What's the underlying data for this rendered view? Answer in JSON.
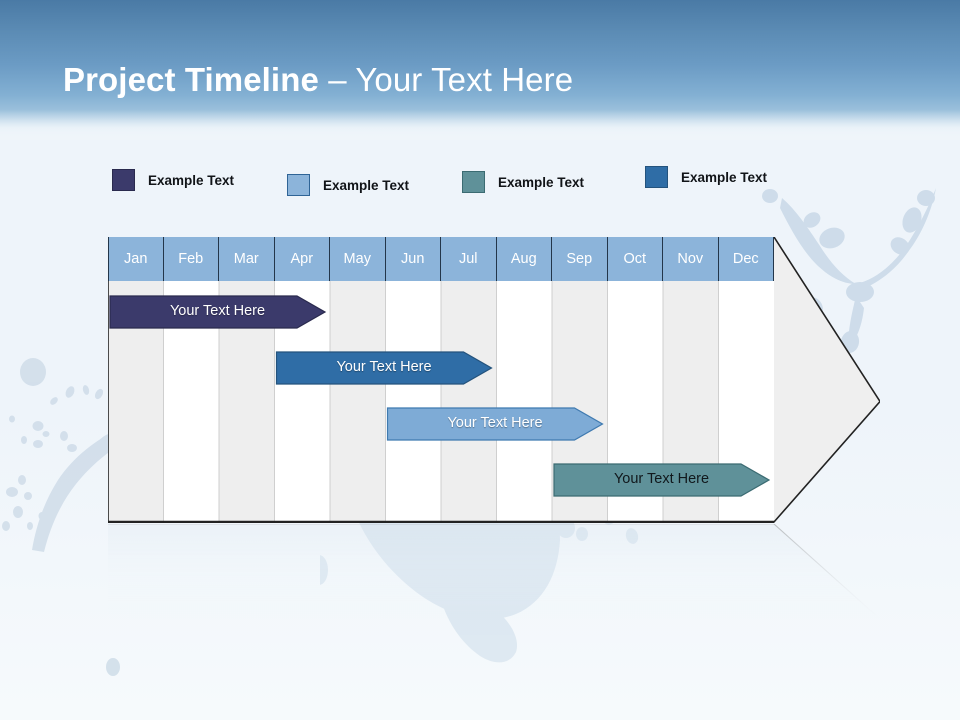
{
  "slide": {
    "title_strong": "Project Timeline",
    "title_light": " – Your Text Here",
    "background_top_color": "#4a7aa5",
    "background_bottom_color": "#f6fafc"
  },
  "legend": {
    "items": [
      {
        "label": "Example Text",
        "color": "#3b3a6b",
        "border": "#2a2a4e"
      },
      {
        "label": "Example Text",
        "color": "#8cb4da",
        "border": "#2f6496"
      },
      {
        "label": "Example Text",
        "color": "#5f9199",
        "border": "#3b6b72"
      },
      {
        "label": "Example Text",
        "color": "#2f6da6",
        "border": "#24537d"
      }
    ]
  },
  "chart": {
    "type": "gantt",
    "months": [
      "Jan",
      "Feb",
      "Mar",
      "Apr",
      "May",
      "Jun",
      "Jul",
      "Aug",
      "Sep",
      "Oct",
      "Nov",
      "Dec"
    ],
    "month_header_color": "#8cb4da",
    "month_header_text_color": "#ffffff",
    "column_shade_odd": "#eeeeee",
    "column_shade_even": "#ffffff",
    "body_outline_color": "#222222",
    "arrow_head_fill": "#efefef",
    "tasks": [
      {
        "label": "Your  Text Here",
        "color": "#3b3a6b",
        "border": "#2a2a4e",
        "text_color": "#ffffff",
        "start_month": "Jan",
        "end_month": "Apr"
      },
      {
        "label": "Your  Text Here",
        "color": "#2f6da6",
        "border": "#24537d",
        "text_color": "#ffffff",
        "start_month": "Apr",
        "end_month": "Jul"
      },
      {
        "label": "Your  Text Here",
        "color": "#7eabd6",
        "border": "#3f7ab0",
        "text_color": "#ffffff",
        "start_month": "Jun",
        "end_month": "Sep"
      },
      {
        "label": "Your  Text Here",
        "color": "#5f9199",
        "border": "#3b6b72",
        "text_color": "#11181c",
        "start_month": "Sep",
        "end_month": "Dec"
      }
    ]
  }
}
